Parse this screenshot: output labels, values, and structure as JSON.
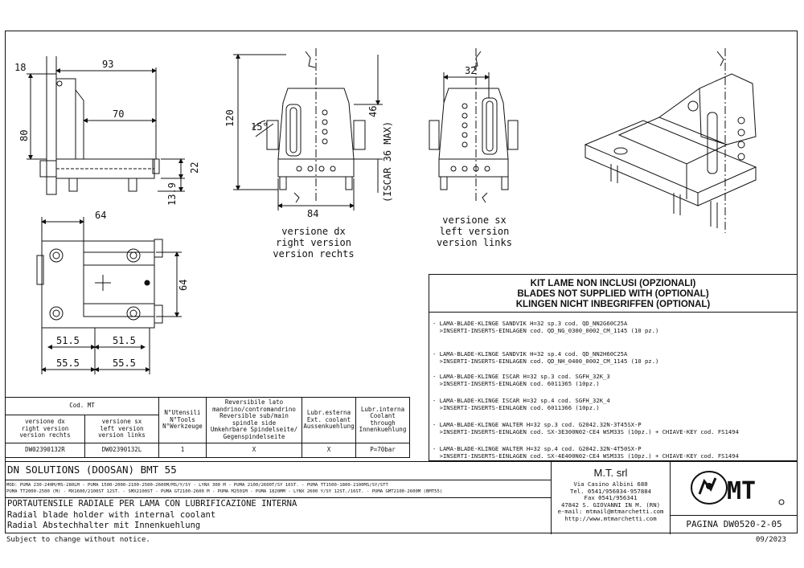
{
  "dims": {
    "side": {
      "d18": "18",
      "d93": "93",
      "d70": "70",
      "d80": "80",
      "d22": "22",
      "d13_9": "13.9"
    },
    "front_dx": {
      "d120": "120",
      "d15": "15°",
      "d46": "46",
      "iscar": "(ISCAR 36 MAX)",
      "d84": "84"
    },
    "front_sx": {
      "d32": "32"
    },
    "top": {
      "d64a": "64",
      "d64b": "64",
      "d51_5a": "51.5",
      "d51_5b": "51.5",
      "d55_5a": "55.5",
      "d55_5b": "55.5"
    }
  },
  "version_dx": [
    "versione dx",
    "right version",
    "version rechts"
  ],
  "version_sx": [
    "versione sx",
    "left version",
    "version links"
  ],
  "kit": {
    "title": [
      "KIT LAME NON INCLUSI (OPZIONALI)",
      "BLADES NOT SUPPLIED WITH (OPTIONAL)",
      "KLINGEN NICHT INBEGRIFFEN (OPTIONAL)"
    ],
    "blades": [
      [
        "- LAMA-BLADE-KLINGE SANDVIK H=32 sp.3 cod. QD_NN2G60C25A",
        "  >INSERTI-INSERTS-EINLAGEN cod. QD_NG_0300_0002_CM_1145 (10 pz.)"
      ],
      [
        "- LAMA-BLADE-KLINGE SANDVIK H=32 sp.4 cod. QD_NN2H60C25A",
        "  >INSERTI-INSERTS-EINLAGEN cod. QD_NH_0400_0002_CM_1145 (10 pz.)"
      ],
      [
        "- LAMA-BLADE-KLINGE ISCAR H=32 sp.3 cod. SGFH_32K_3",
        "  >INSERTI-INSERTS-EINLAGEN cod. 6011365 (10pz.)"
      ],
      [
        "- LAMA-BLADE-KLINGE ISCAR H=32 sp.4 cod. SGFH_32K_4",
        "  >INSERTI-INSERTS-EINLAGEN cod. 6011366 (10pz.)"
      ],
      [
        "- LAMA-BLADE-KLINGE WALTER H=32 sp.3 cod. G2042.32N-3T45SX-P",
        "  >INSERTI-INSERTS-EINLAGEN cod. SX-3E300N02-CE4 WSM33S (10pz.) + CHIAVE-KEY cod. FS1494"
      ],
      [
        "- LAMA-BLADE-KLINGE WALTER H=32 sp.4 cod. G2042.32N-4T50SX-P",
        "  >INSERTI-INSERTS-EINLAGEN cod. SX-4E400N02-CE4 WSM33S (10pz.) + CHIAVE-KEY cod. FS1494"
      ]
    ]
  },
  "table": {
    "cod_header": "Cod. MT",
    "col_dx": [
      "versione dx",
      "right version",
      "version rechts"
    ],
    "col_sx": [
      "versione sx",
      "left version",
      "version links"
    ],
    "col_tools": [
      "N°Utensili",
      "N°Tools",
      "N°Werkzeuge"
    ],
    "col_rev": [
      "Reversibile lato",
      "mandrino/contromandrino",
      "Reversible sub/main",
      "spindle side",
      "Umkehrbare Spindelseite/",
      "Gegenspindelseite"
    ],
    "col_ext": [
      "Lubr.esterna",
      "Ext. coolant",
      "Aussenkuehlung"
    ],
    "col_int": [
      "Lubr.interna",
      "Coolant through",
      "Innenkuehlung"
    ],
    "row": {
      "dx": "DW02390132R",
      "sx": "DW02390132L",
      "tools": "1",
      "rev": "X",
      "ext": "X",
      "int": "P=70bar"
    }
  },
  "machine": {
    "title": "DN SOLUTIONS (DOOSAN)   BMT 55",
    "models": [
      "MOD: PUMA 230-240M/MS-280LM - PUMA 1500-2000-2100-2500-2600M/MS/Y/SY - LYNX 300 M - PUMA 2100/2600T/SY 16ST. - PUMA TT1500-1800-2100MS/SY/STT",
      "PUMA TT2000-2500 (M) - MX1600/2100ST 12ST. - SMX2100ST - PUMA GT2100-2600 M - PUMA M2501M - PUMA 1820MM - LYNX 2600 Y/SY 12ST./16ST. - PUMA GMT2100-2600M (BMT55)"
    ],
    "desc": [
      "PORTAUTENSILE RADIALE PER LAMA CON LUBRIFICAZIONE INTERNA",
      "Radial blade holder with internal coolant",
      "Radial Abstechhalter mit Innenkuehlung"
    ]
  },
  "company": {
    "name": "M.T. srl",
    "lines": [
      "Via Casino Albini 680",
      "Tel. 0541/956034-957884",
      "Fax 0541/956341",
      "47842 S. GIOVANNI IN M. (RN)",
      "e-mail: mtmail@mtmarchetti.com",
      "http://www.mtmarchetti.com"
    ],
    "logo": "MT",
    "page": "PAGINA DW0520-2-05"
  },
  "footer": {
    "note": "Subject to change without notice.",
    "date": "09/2023"
  }
}
